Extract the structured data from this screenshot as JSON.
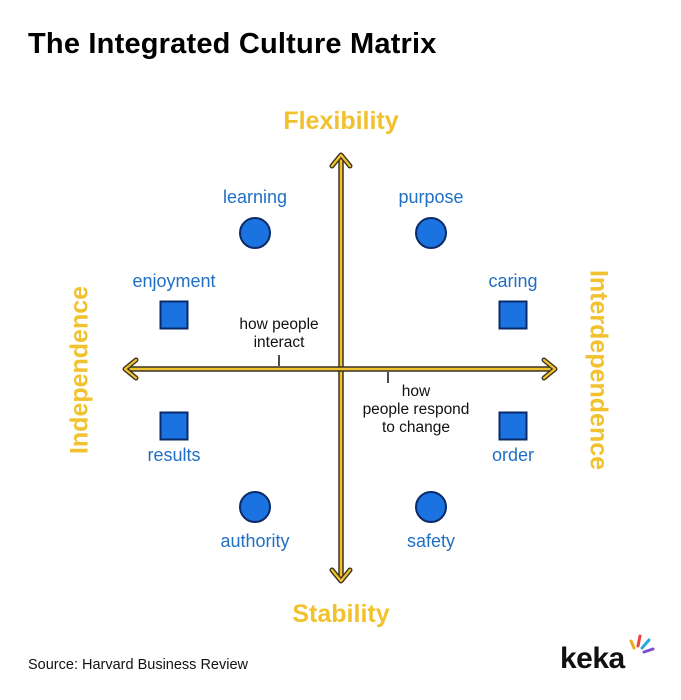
{
  "title": "The Integrated Culture Matrix",
  "axes": {
    "top": "Flexibility",
    "bottom": "Stability",
    "left": "Independence",
    "right": "Interdependence"
  },
  "annotations": {
    "horizontal": "how people\ninteract",
    "vertical": "how\npeople respond\nto change"
  },
  "cultures": {
    "learning": "learning",
    "purpose": "purpose",
    "enjoyment": "enjoyment",
    "caring": "caring",
    "results": "results",
    "order": "order",
    "authority": "authority",
    "safety": "safety"
  },
  "source": "Source: Harvard Business Review",
  "logo": "keka",
  "colors": {
    "axis": "#f2c12e",
    "axis_outline": "#3a3320",
    "marker_fill": "#1a73e0",
    "marker_outline": "#0b2a66",
    "label": "#1f6fc4"
  }
}
